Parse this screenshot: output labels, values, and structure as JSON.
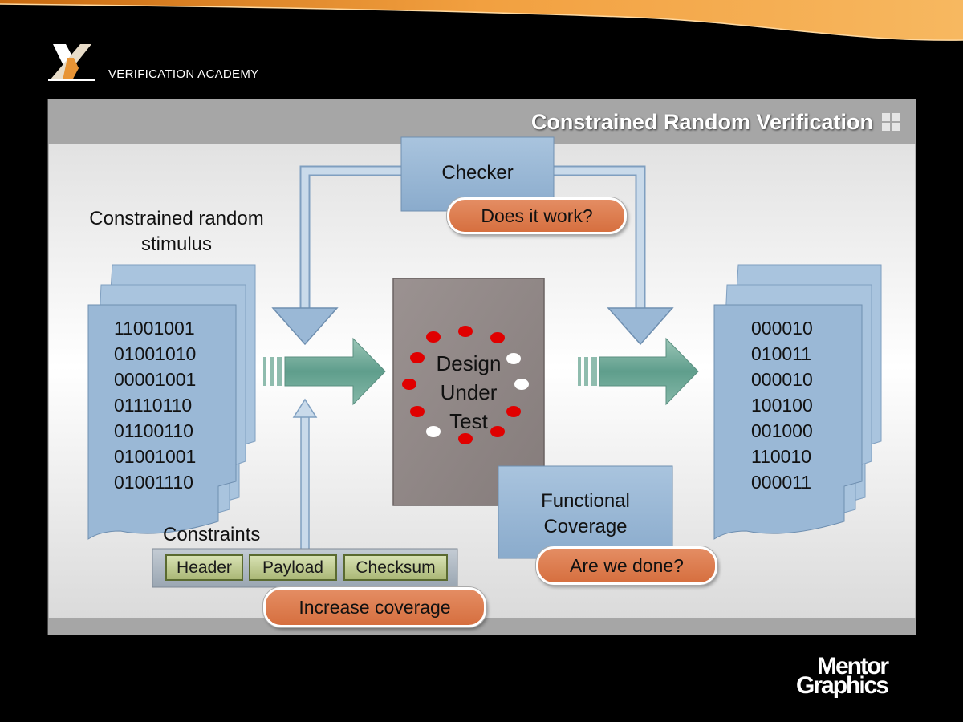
{
  "header": {
    "brand": "VERIFICATION ACADEMY",
    "logo_letters": "VA"
  },
  "slide": {
    "title": "Constrained Random Verification",
    "checker_label": "Checker",
    "checker_question": "Does it work?",
    "stimulus_label_line1": "Constrained random",
    "stimulus_label_line2": "stimulus",
    "stimulus_bits": [
      "11001001",
      "01001010",
      "00001001",
      "01110110",
      "01100110",
      "01001001",
      "01001110"
    ],
    "dut_line1": "Design",
    "dut_line2": "Under",
    "dut_line3": "Test",
    "output_bits": [
      "000010",
      "010011",
      "000010",
      "100100",
      "001000",
      "110010",
      "000011"
    ],
    "coverage_line1": "Functional",
    "coverage_line2": "Coverage",
    "coverage_question": "Are we done?",
    "constraints_label": "Constraints",
    "constraint_fields": [
      "Header",
      "Payload",
      "Checksum"
    ],
    "increase_label": "Increase coverage"
  },
  "footer": {
    "logo_line1": "Mentor",
    "logo_line2": "Graphics"
  },
  "colors": {
    "orange": "#e89435",
    "box_blue": "#9ab8d6",
    "pill": "#d97a4a",
    "dut": "#8f8685",
    "arrow_green": "#6faa9a"
  }
}
